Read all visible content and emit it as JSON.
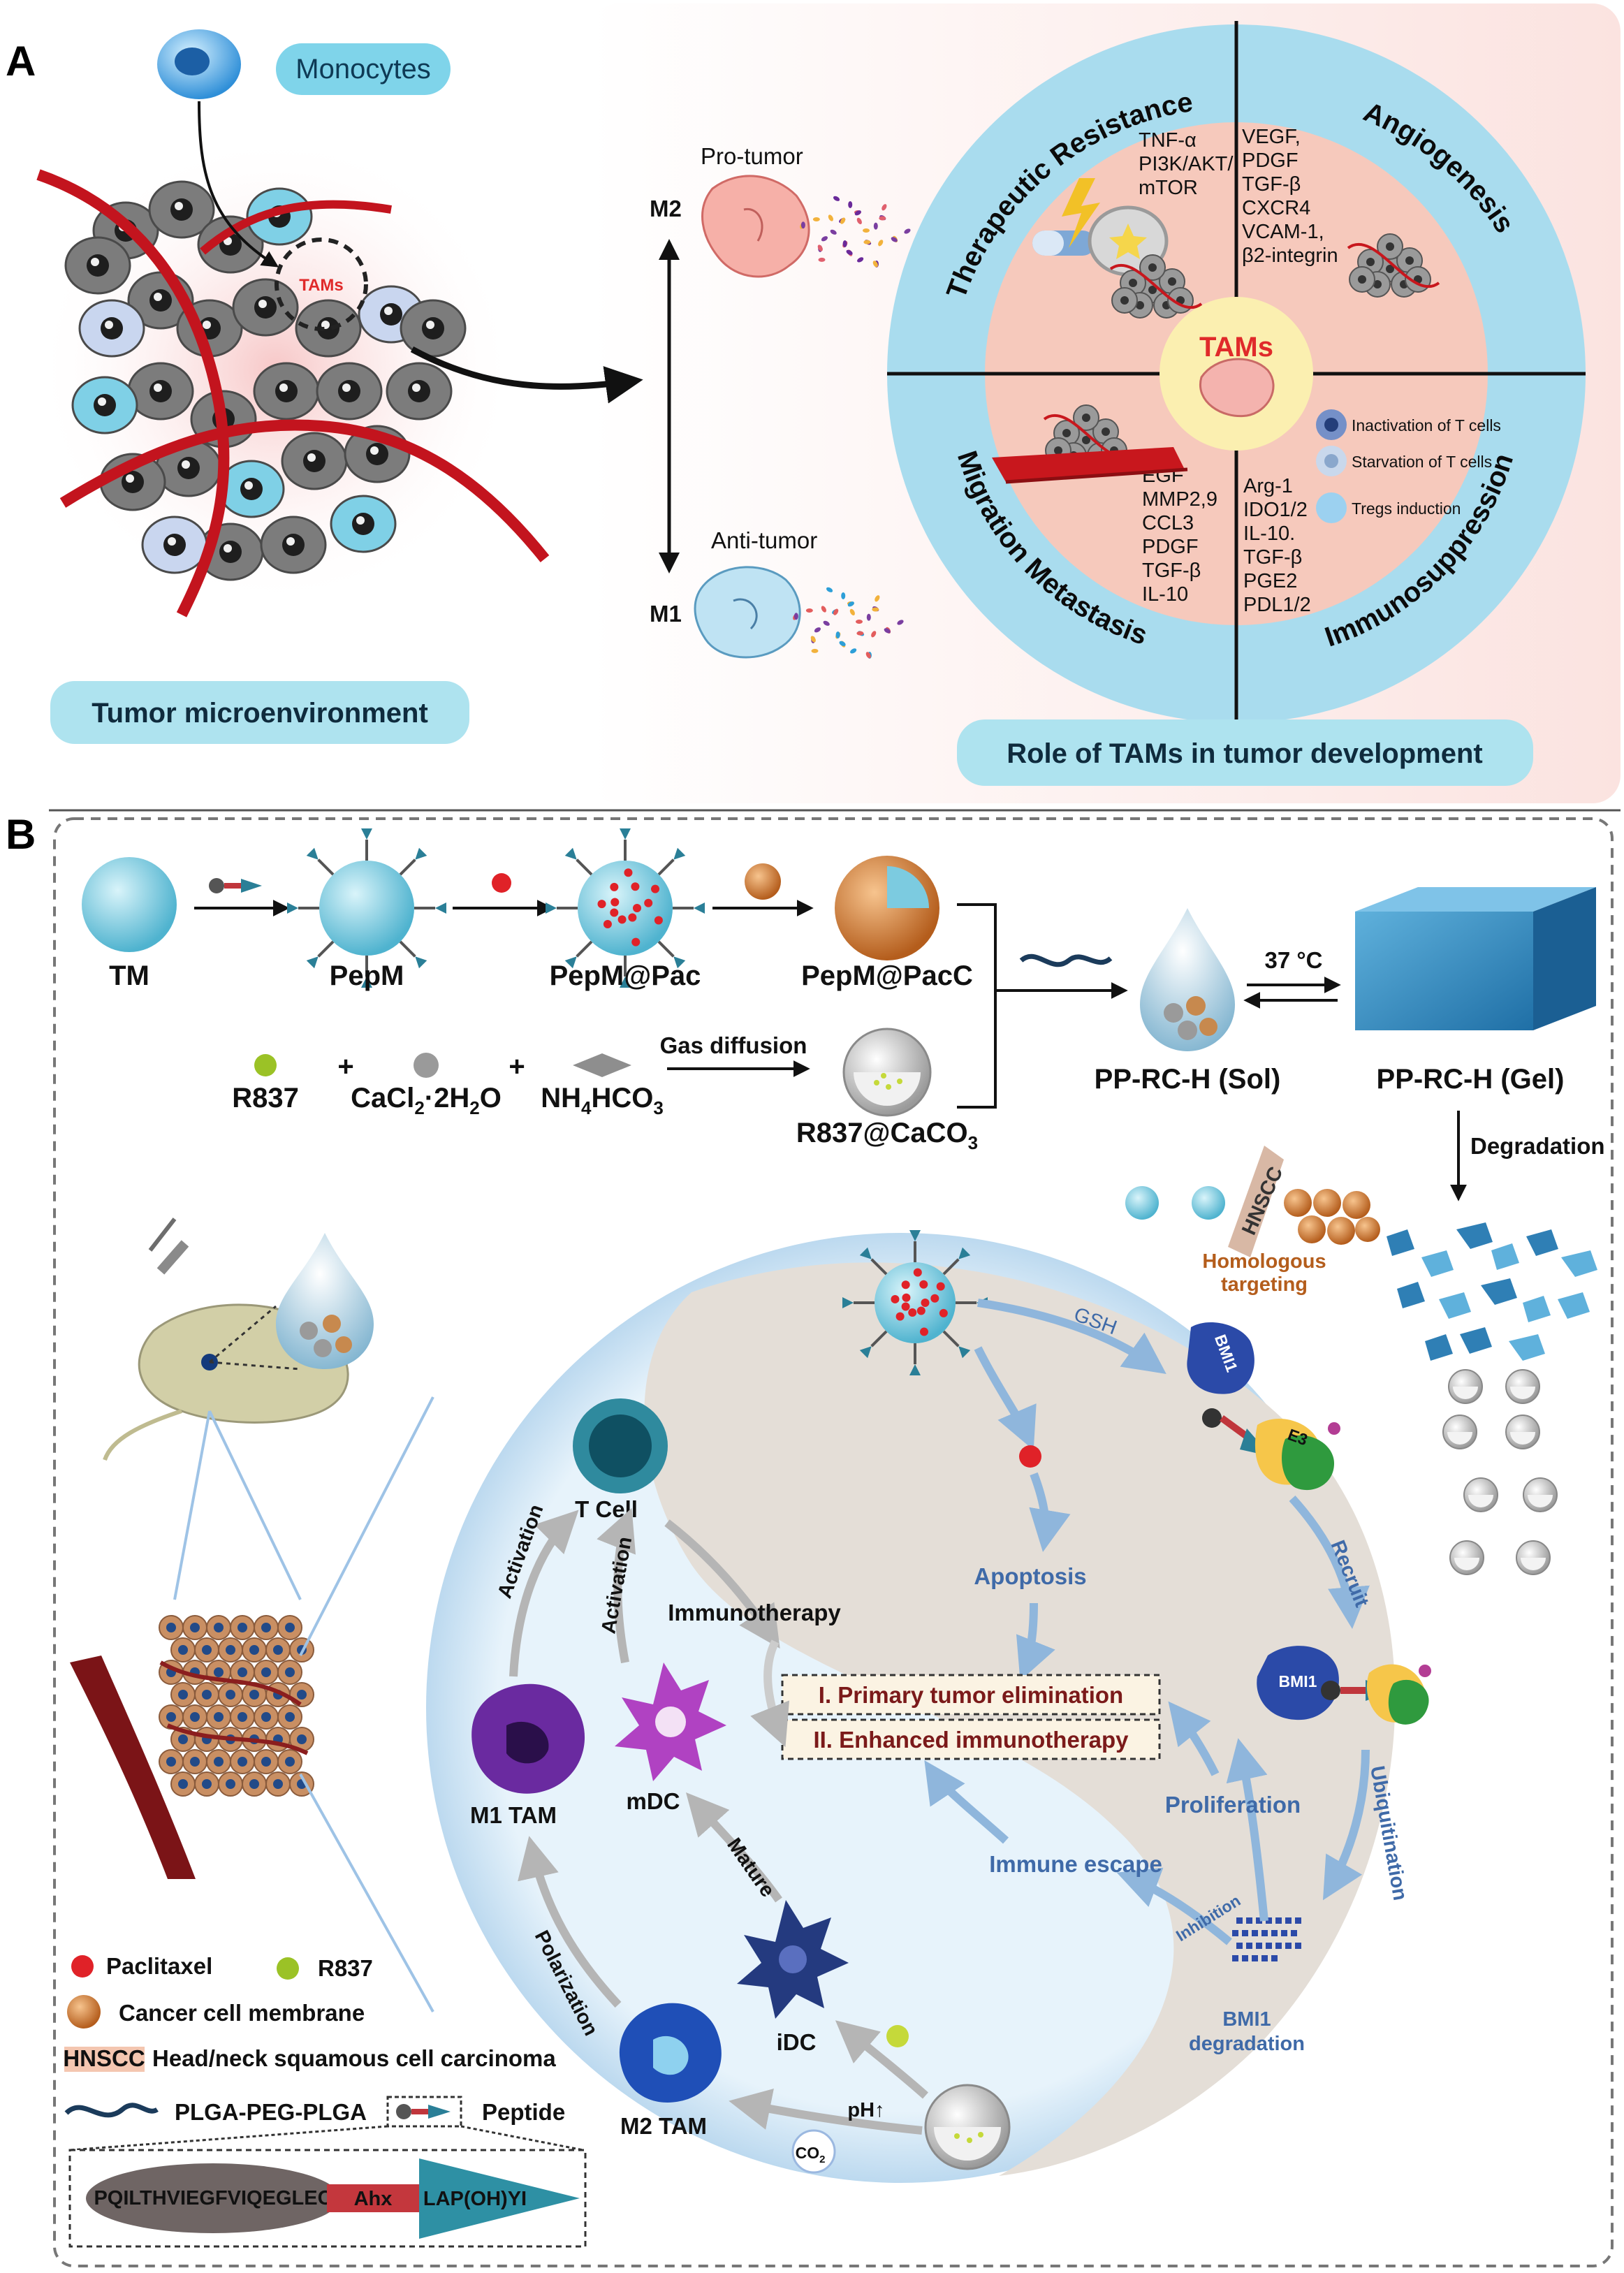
{
  "panelA": {
    "label": "A",
    "monocytes": "Monocytes",
    "tams_small": "TAMs",
    "tumor_env": "Tumor microenvironment",
    "m2": "M2",
    "m1": "M1",
    "pro_tumor": "Pro-tumor",
    "anti_tumor": "Anti-tumor",
    "ring": {
      "therapeutic_resistance": "Therapeutic Resistance",
      "angiogenesis": "Angiogenesis",
      "migration_metastasis": "Migration Metastasis",
      "immunosuppression": "Immunosuppression"
    },
    "center": "TAMs",
    "q1_list": [
      "TNF-α",
      "PI3K/AKT/",
      "mTOR"
    ],
    "q2_list": [
      "VEGF,",
      "PDGF",
      "TGF-β",
      "CXCR4",
      "VCAM-1,",
      "β2-integrin"
    ],
    "q3_list": [
      "EGF",
      "MMP2,9",
      "CCL3",
      "PDGF",
      "TGF-β",
      "IL-10"
    ],
    "q4_list": [
      "Arg-1",
      "IDO1/2",
      "IL-10.",
      "TGF-β",
      "PGE2",
      "PDL1/2"
    ],
    "tcell_legend": [
      "Inactivation of T cells",
      "Starvation of  T cells",
      "Tregs induction"
    ],
    "role_title": "Role of TAMs in tumor development"
  },
  "panelB": {
    "label": "B",
    "tm": "TM",
    "pepm": "PepM",
    "pepm_pac": "PepM@Pac",
    "pepm_pacc": "PepM@PacC",
    "r837": "R837",
    "plus": "+",
    "cacl2_main": "CaCl",
    "cacl2_sub": "2",
    "cacl2_rest": "·2H",
    "cacl2_sub2": "2",
    "cacl2_end": "O",
    "nh4_main": "NH",
    "nh4_sub": "4",
    "nh4_mid": "HCO",
    "nh4_sub2": "3",
    "gas_diffusion": "Gas diffusion",
    "r837_caco3": "R837@CaCO",
    "r837_caco3_sub": "3",
    "sol": "PP-RC-H (Sol)",
    "gel": "PP-RC-H (Gel)",
    "temp": "37 °C",
    "degradation": "Degradation",
    "hnscc_tag": "HNSCC",
    "homologous": [
      "Homologous",
      "targeting"
    ],
    "gsh": "GSH",
    "bmi1": "BMI1",
    "e3": "E3",
    "recruit": "Recruit",
    "apoptosis": "Apoptosis",
    "t_cell": "T Cell",
    "immunotherapy": "Immunotherapy",
    "activation": "Activation",
    "outcome1": "I. Primary tumor elimination",
    "outcome2": "II. Enhanced immunotherapy",
    "m1_tam": "M1 TAM",
    "mdc": "mDC",
    "mature": "Mature",
    "idc": "iDC",
    "polarization": "Polarization",
    "m2_tam": "M2 TAM",
    "ph": "pH↑",
    "co2": "CO",
    "co2_sub": "2",
    "proliferation": "Proliferation",
    "immune_escape": "Immune escape",
    "inhibition": "Inhibition",
    "ubiquitination": "Ubiquitination",
    "bmi1_deg": [
      "BMI1",
      "degradation"
    ],
    "legend": {
      "paclitaxel": "Paclitaxel",
      "r837": "R837",
      "membrane": "Cancer cell membrane",
      "hnscc_box": "HNSCC",
      "hnscc_def": "Head/neck squamous cell carcinoma",
      "plga": "PLGA-PEG-PLGA",
      "peptide": "Peptide"
    },
    "peptide_seq": "PQILTHVIEGFVIQEGLEC",
    "ahx": "Ahx",
    "lap": "LAP(OH)YI"
  },
  "colors": {
    "ring_blue": "#a9dcee",
    "inner_pink": "#f6c9bc",
    "center_yellow": "#fbefb0",
    "tam_red": "#e02a2a",
    "deep_red": "#7b1a1a",
    "flow_blue": "#3f6aa8",
    "cell_gray": "#7c7c7c",
    "cell_teal": "#79c9dd",
    "caption_bg": "#aee3ef"
  }
}
